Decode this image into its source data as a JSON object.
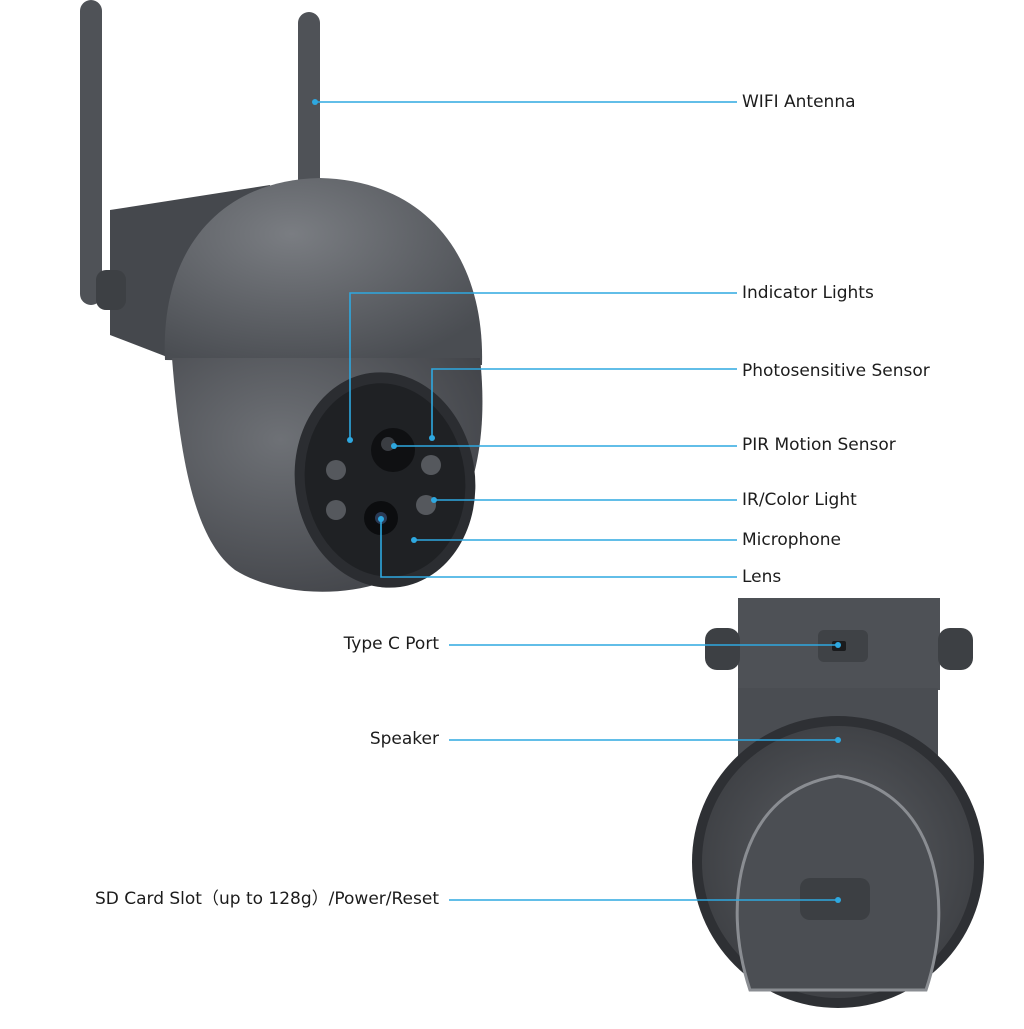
{
  "colors": {
    "leader_line": "#2ea8e0",
    "camera_body": "#5a5d62",
    "camera_dark": "#2b2d31",
    "background": "#ffffff"
  },
  "labels": {
    "wifi_antenna": "WIFI Antenna",
    "indicator_lights": "Indicator Lights",
    "photosensitive_sensor": "Photosensitive Sensor",
    "pir_motion_sensor": "PIR Motion Sensor",
    "ir_color_light": "IR/Color Light",
    "microphone": "Microphone",
    "lens": "Lens",
    "type_c_port": "Type C Port",
    "speaker": "Speaker",
    "sd_card_slot": "SD Card Slot（up to 128g）/Power/Reset"
  }
}
